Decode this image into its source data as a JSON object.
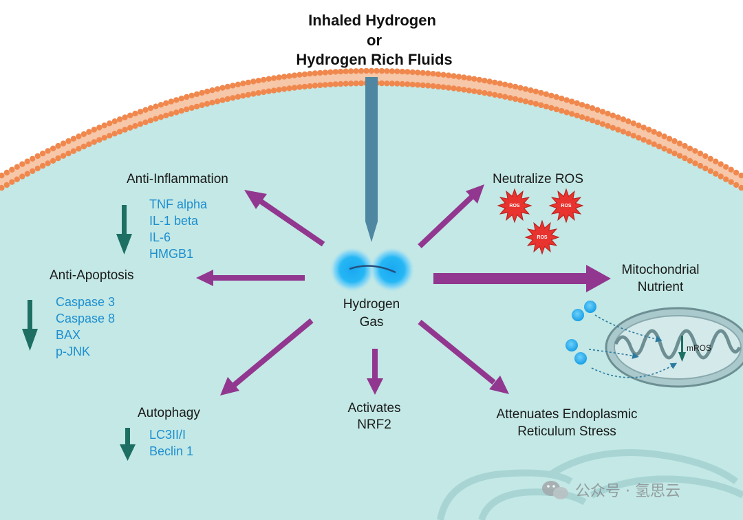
{
  "title": {
    "line1": "Inhaled Hydrogen",
    "line2": "or",
    "line3": "Hydrogen Rich Fluids"
  },
  "center": {
    "line1": "Hydrogen",
    "line2": "Gas"
  },
  "anti_inflammation": {
    "label": "Anti-Inflammation",
    "items": [
      "TNF alpha",
      "IL-1 beta",
      "IL-6",
      "HMGB1"
    ]
  },
  "anti_apoptosis": {
    "label": "Anti-Apoptosis",
    "items": [
      "Caspase 3",
      "Caspase 8",
      "BAX",
      "p-JNK"
    ]
  },
  "autophagy": {
    "label": "Autophagy",
    "items": [
      "LC3II/I",
      "Beclin 1"
    ]
  },
  "nrf2": {
    "line1": "Activates",
    "line2": "NRF2"
  },
  "er_stress": {
    "line1": "Attenuates Endoplasmic",
    "line2": "Reticulum Stress"
  },
  "ros": {
    "label": "Neutralize ROS",
    "badge": "ROS"
  },
  "mito": {
    "line1": "Mitochondrial",
    "line2": "Nutrient",
    "mros": "mROS"
  },
  "watermark": {
    "text": "公众号 · 氢思云"
  },
  "colors": {
    "cytoplasm": "#c3e8e5",
    "membrane": "#f0884e",
    "arrow": "#92378f",
    "down_arrow": "#1d6f63",
    "entry_arrow": "#4f87a3",
    "sub_text": "#1e8fd0",
    "ros_burst": "#e8332e"
  },
  "icons": [
    "membrane",
    "hydrogen-molecule-icon",
    "ros-burst-icon",
    "mitochondrion-icon",
    "down-arrow-icon",
    "wechat-icon"
  ]
}
